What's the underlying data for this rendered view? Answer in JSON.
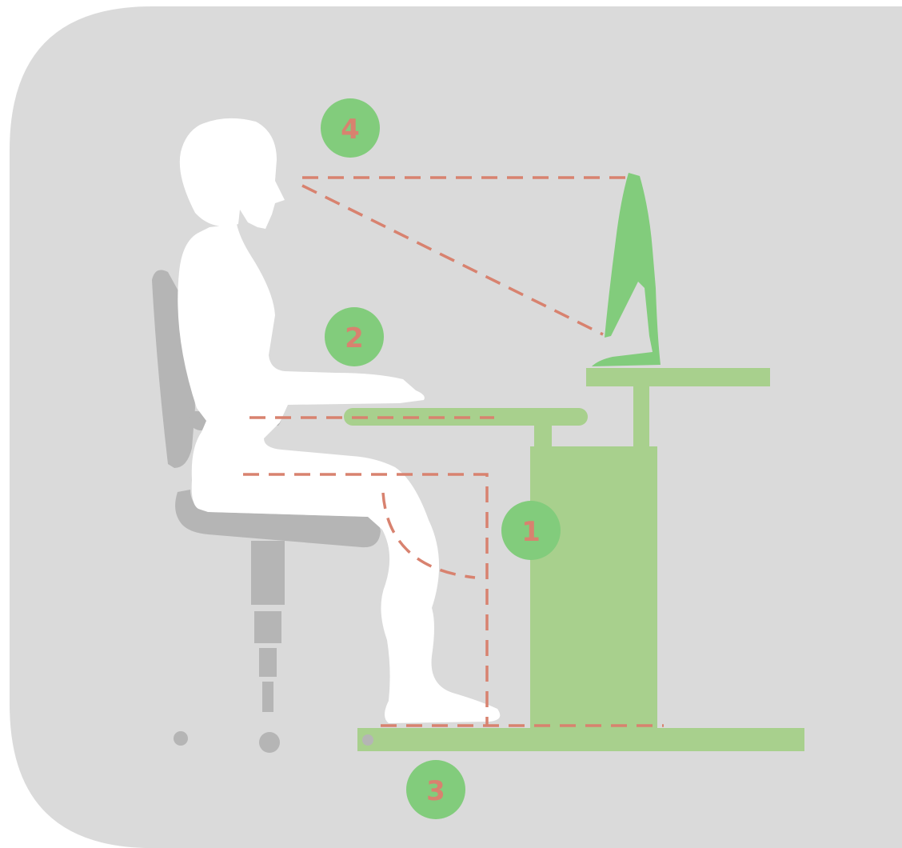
{
  "colors": {
    "panel": "#dadada",
    "page": "#ffffff",
    "figure": "#ffffff",
    "chair": "#b5b5b5",
    "desk": "#a8d08d",
    "monitor": "#82cc7c",
    "badge_fill": "#82cc7c",
    "dash": "#d8826f",
    "badge_text": "#d8826f"
  },
  "badges": [
    {
      "id": "1",
      "label": "1"
    },
    {
      "id": "2",
      "label": "2"
    },
    {
      "id": "3",
      "label": "3"
    },
    {
      "id": "4",
      "label": "4"
    }
  ]
}
